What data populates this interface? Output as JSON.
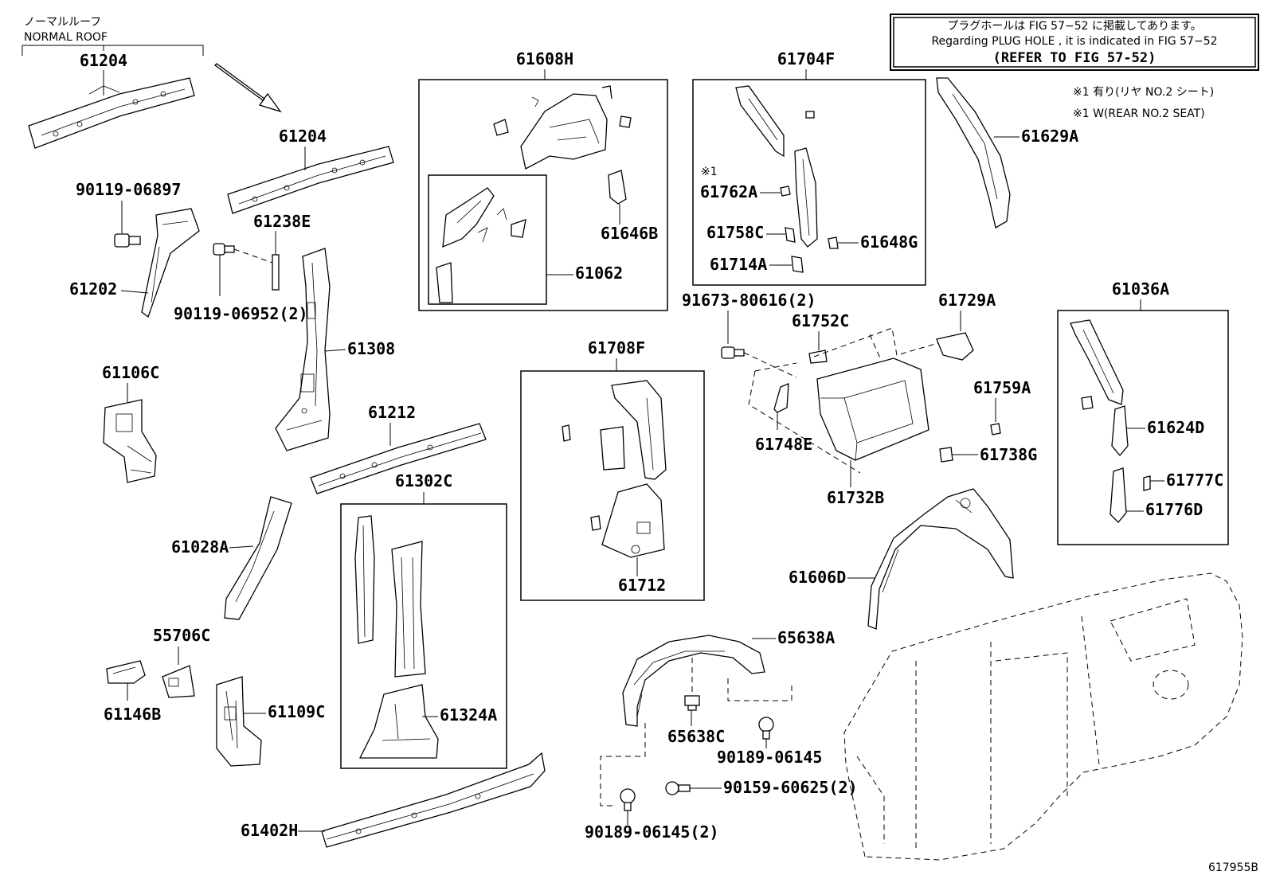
{
  "header": {
    "roof_type_jp": "ノーマルルーフ",
    "roof_type_en": "NORMAL ROOF"
  },
  "note_box": {
    "line1": "プラグホールは FIG 57−52 に掲載してあります。",
    "line2": "Regarding PLUG HOLE , it is indicated in FIG 57−52",
    "line3": "(REFER TO FIG 57-52)"
  },
  "seat_notes": {
    "jp": "※1  有り(リヤ NO.2 シート)",
    "en": "※1  W(REAR NO.2 SEAT)"
  },
  "marker": "※1",
  "figure_id": "617955B",
  "parts": {
    "p61204a": "61204",
    "p61204b": "61204",
    "p90119_06897": "90119-06897",
    "p61202": "61202",
    "p61238E": "61238E",
    "p90119_06952": "90119-06952(2)",
    "p61308": "61308",
    "p61106C": "61106C",
    "p61212": "61212",
    "p61028A": "61028A",
    "p61302C": "61302C",
    "p55706C": "55706C",
    "p61146B": "61146B",
    "p61109C": "61109C",
    "p61324A": "61324A",
    "p61402H": "61402H",
    "p61608H": "61608H",
    "p61646B": "61646B",
    "p61062": "61062",
    "p61708F": "61708F",
    "p61712": "61712",
    "p61704F": "61704F",
    "p61762A": "61762A",
    "p61758C": "61758C",
    "p61648G": "61648G",
    "p61714A": "61714A",
    "p91673_80616": "91673-80616(2)",
    "p61752C": "61752C",
    "p61729A": "61729A",
    "p61748E": "61748E",
    "p61759A": "61759A",
    "p61738G": "61738G",
    "p61732B": "61732B",
    "p61629A": "61629A",
    "p61036A": "61036A",
    "p61624D": "61624D",
    "p61777C": "61777C",
    "p61776D": "61776D",
    "p61606D": "61606D",
    "p65638A": "65638A",
    "p65638C": "65638C",
    "p90189_06145a": "90189-06145",
    "p90159_60625": "90159-60625(2)",
    "p90189_06145b": "90189-06145(2)"
  }
}
